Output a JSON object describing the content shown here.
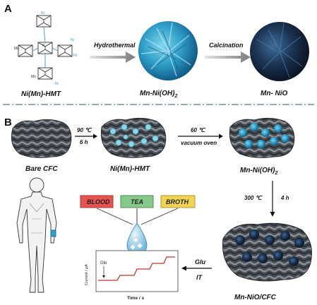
{
  "panels": {
    "a": "A",
    "b": "B"
  },
  "colors": {
    "accent_blue": "#2f9ec9",
    "divider": "#4a7b9a",
    "blood": "#e8534f",
    "tea": "#86c98a",
    "broth": "#f2d453",
    "curve": "#c0392b"
  },
  "section_a": {
    "molecule_label": "Ni(Mn)-HMT",
    "step1_label": "Hydrothermal",
    "sphere1_label": "Mn-Ni(OH)",
    "sphere1_sub": "2",
    "step2_label": "Calcination",
    "sphere2_label": "Mn- NiO",
    "atoms": {
      "ni": "Ni",
      "mn": "Mn",
      "n": "N"
    }
  },
  "section_b": {
    "bare": "Bare CFC",
    "step1_temp": "90 ℃",
    "step1_time": "6 h",
    "hmt": "Ni(Mn)-HMT",
    "step2_temp": "60 ℃",
    "step2_cond": "vacuum oven",
    "mnoh": "Mn-Ni(OH)",
    "mnoh_sub": "2",
    "step3_temp": "300 ℃",
    "step3_time": "4 h",
    "final": "Mn-NiO/CFC",
    "glu": "Glu",
    "it": "IT",
    "samples": [
      "BLOOD",
      "TEA",
      "BROTH"
    ],
    "plot": {
      "ylabel": "Current / μA",
      "xlabel": "Time / s",
      "annotation": "Glu"
    }
  }
}
